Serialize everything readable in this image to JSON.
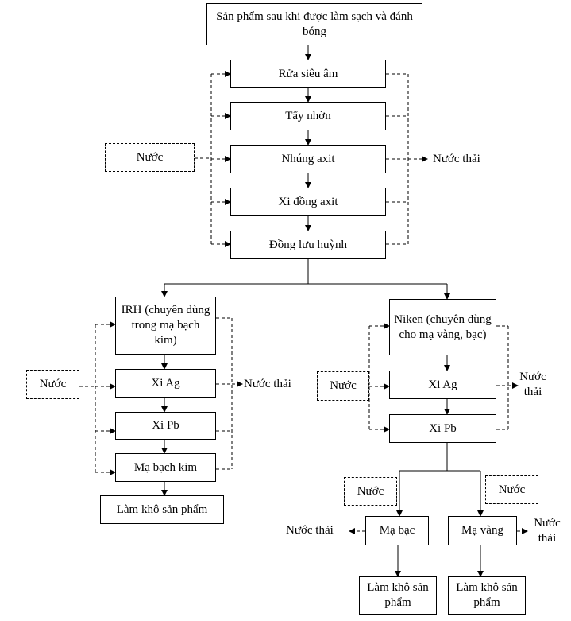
{
  "main": {
    "start": "Sản phẩm sau khi được làm sạch và đánh bóng",
    "step1": "Rửa siêu âm",
    "step2": "Tẩy nhờn",
    "step3": "Nhúng axit",
    "step4": "Xi đồng axit",
    "step5": "Đồng lưu huỳnh",
    "water": "Nước",
    "waste": "Nước thải"
  },
  "left": {
    "title": "IRH (chuyên dùng trong mạ bạch kim)",
    "step1": "Xi Ag",
    "step2": "Xi Pb",
    "step3": "Mạ bạch kim",
    "final": "Làm khô sản phẩm",
    "water": "Nước",
    "waste": "Nước thải"
  },
  "right": {
    "title": "Niken (chuyên dùng cho mạ vàng, bạc)",
    "step1": "Xi Ag",
    "step2": "Xi Pb",
    "water": "Nước",
    "waste": "Nước thải",
    "silver": {
      "title": "Mạ bạc",
      "water": "Nước",
      "waste": "Nước thải",
      "final": "Làm khô sản phẩm"
    },
    "gold": {
      "title": "Mạ vàng",
      "water": "Nước",
      "waste": "Nước thải",
      "final": "Làm khô sản phẩm"
    }
  }
}
